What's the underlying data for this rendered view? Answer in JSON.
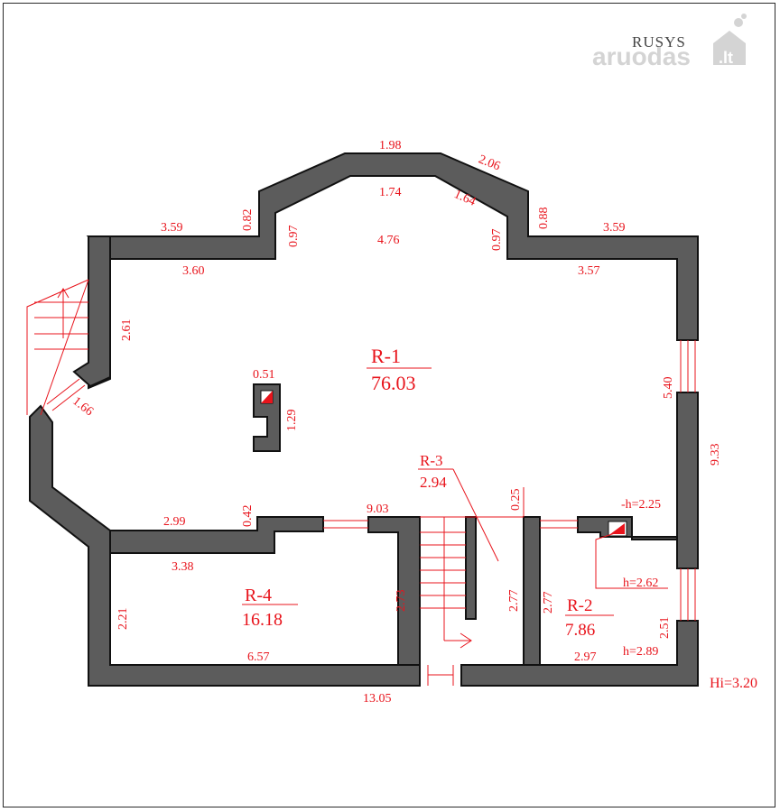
{
  "logo": {
    "top_text": "RUSYS",
    "bottom_text": "aruodas",
    "tld_text": ".lt"
  },
  "rooms": {
    "r1": {
      "code": "R-1",
      "area": "76.03"
    },
    "r2": {
      "code": "R-2",
      "area": "7.86"
    },
    "r3": {
      "code": "R-3",
      "area": "2.94"
    },
    "r4": {
      "code": "R-4",
      "area": "16.18"
    }
  },
  "dimensions": {
    "top_center_outer": "1.98",
    "top_center_inner": "1.74",
    "right_diag_outer": "2.06",
    "right_diag_inner": "1.64",
    "left_step_outer": "0.82",
    "left_step_inner": "0.97",
    "right_step_outer": "0.88",
    "right_step_inner": "0.97",
    "bay_depth": "4.76",
    "top_left_outer": "3.59",
    "top_left_inner": "3.60",
    "top_right_outer": "3.59",
    "top_right_inner": "3.57",
    "left_upper": "2.61",
    "left_diag": "1.66",
    "chimney_width": "0.51",
    "chimney_height": "1.29",
    "right_inner_wall": "5.40",
    "right_outer_total": "9.33",
    "r1_bottom_left": "2.99",
    "r1_bottom_step": "0.42",
    "r1_bottom_width": "9.03",
    "r3_gap": "0.25",
    "r2_ceiling": "-h=2.25",
    "r4_top": "3.38",
    "r4_left": "2.21",
    "r4_right": "2.73",
    "r4_bottom": "6.57",
    "r3_right": "2.77",
    "r2_left": "2.77",
    "r2_h_top": "h=2.62",
    "r2_right": "2.51",
    "r2_bottom": "2.97",
    "r2_h_bottom": "h=2.89",
    "total_width": "13.05",
    "height_total": "Hi=3.20"
  }
}
